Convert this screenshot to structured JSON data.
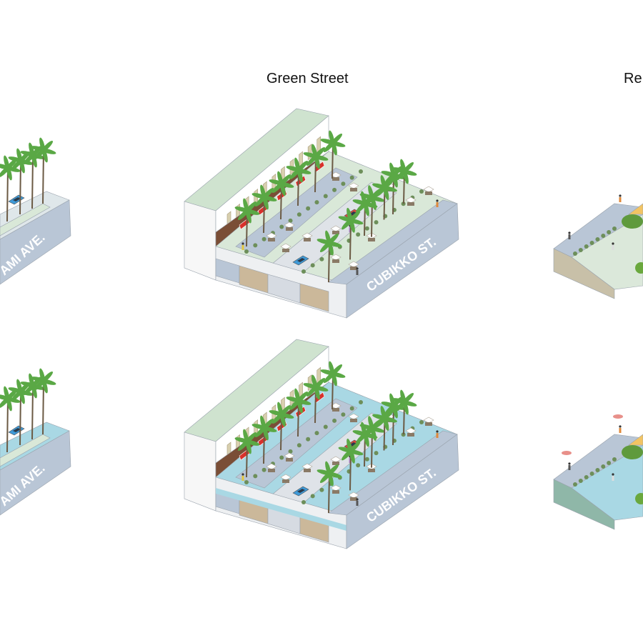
{
  "titles": {
    "center": "Green Street",
    "right": "Re"
  },
  "labels": {
    "left_top_street": "AMI AVE.",
    "left_bottom_street": "AMI AVE.",
    "center_top_street": "CUBIKKO ST.",
    "center_bottom_street": "CUBIKKO ST."
  },
  "colors": {
    "building_roof": "#cfe3cf",
    "building_wall": "#f7f7f7",
    "sidewalk": "#b9c6d6",
    "ground_green": "#d9e8d8",
    "water": "#a9d8e4",
    "soil": "#cbb89a",
    "palm": "#5aa845",
    "trunk": "#6b5a44",
    "car_blue": "#3f9ad8",
    "car_red": "#d8493f",
    "awning_red": "#d8312c"
  },
  "scenarios": [
    "dry",
    "flooded"
  ]
}
